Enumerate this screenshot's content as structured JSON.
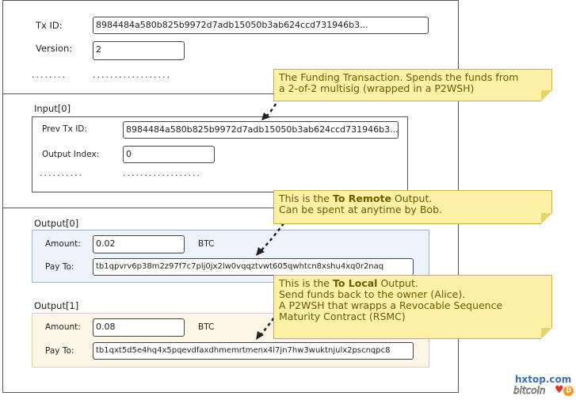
{
  "tx": {
    "txid_label": "Tx ID:",
    "txid": "8984484a580b825b9972d7adb15050b3ab624ccd731946b3...",
    "version_label": "Version:",
    "version": "2",
    "dots1": "........",
    "dots2": ".................."
  },
  "input": {
    "title": "Input[0]",
    "prev_label": "Prev Tx ID:",
    "prev": "8984484a580b825b9972d7adb15050b3ab624ccd731946b3...",
    "index_label": "Output Index:",
    "index": "0",
    "dots1": "..........",
    "dots2": ".................."
  },
  "output0": {
    "title": "Output[0]",
    "amount_label": "Amount:",
    "amount": "0.02",
    "unit": "BTC",
    "payto_label": "Pay To:",
    "payto": "tb1qpvrv6p38m2z97f7c7plj0jx2lw0vqqztvwt605qwhtcn8xshu4xq0r2naq"
  },
  "output1": {
    "title": "Output[1]",
    "amount_label": "Amount:",
    "amount": "0.08",
    "unit": "BTC",
    "payto_label": "Pay To:",
    "payto": "tb1qxt5d5e4hq4x5pqevdfaxdhmemrtmenx4l7jn7hw3wuktnjulx2pscnqpc8"
  },
  "notes": {
    "n1": {
      "l1": "The Funding Transaction.  Spends the funds from",
      "l2": "a 2-of-2 multisig (wrapped in a P2WSH)"
    },
    "n2": {
      "l1a": "This is the ",
      "l1b": "To Remote",
      "l1c": " Output.",
      "l2": "Can be spent at anytime by Bob."
    },
    "n3": {
      "l1a": "This is the ",
      "l1b": "To Local",
      "l1c": " Output.",
      "l2": "Send funds back to the owner (Alice).",
      "l3": "A P2WSH that wrapps a Revocable Sequence",
      "l4": "Maturity Contract (RSMC)"
    }
  },
  "watermark": {
    "site": "hxtop.com",
    "word": "bitcoin"
  }
}
